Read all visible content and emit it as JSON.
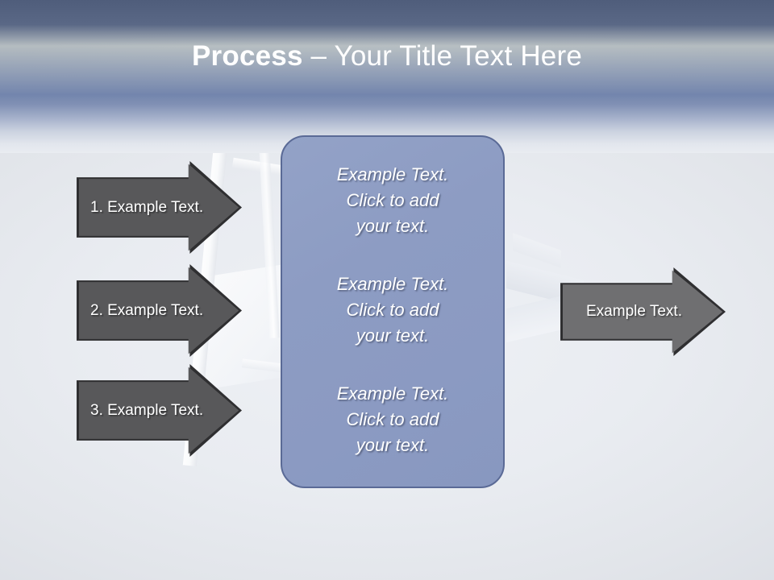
{
  "slide": {
    "title_strong": "Process",
    "title_rest": " – Your Title Text Here",
    "title_full": "Process – Your Title Text Here",
    "colors": {
      "header_top": "#4f5d7b",
      "header_mid": "#7385ad",
      "background": "#e9ecf1",
      "input_arrow_fill": "#58585a",
      "output_arrow_fill": "#6f6f71",
      "arrow_border": "#2f2f31",
      "center_box_fill": "#8d9cc3",
      "center_box_border": "#5a6a96",
      "text_white": "#ffffff"
    }
  },
  "inputs": [
    {
      "label": "1. Example Text."
    },
    {
      "label": "2. Example Text."
    },
    {
      "label": "3. Example Text."
    }
  ],
  "center": {
    "blocks": [
      {
        "text": "Example Text.\nClick  to add\nyour text."
      },
      {
        "text": "Example Text.\nClick  to add\nyour text."
      },
      {
        "text": "Example Text.\nClick  to add\nyour text."
      }
    ]
  },
  "output": {
    "label": "Example Text."
  }
}
